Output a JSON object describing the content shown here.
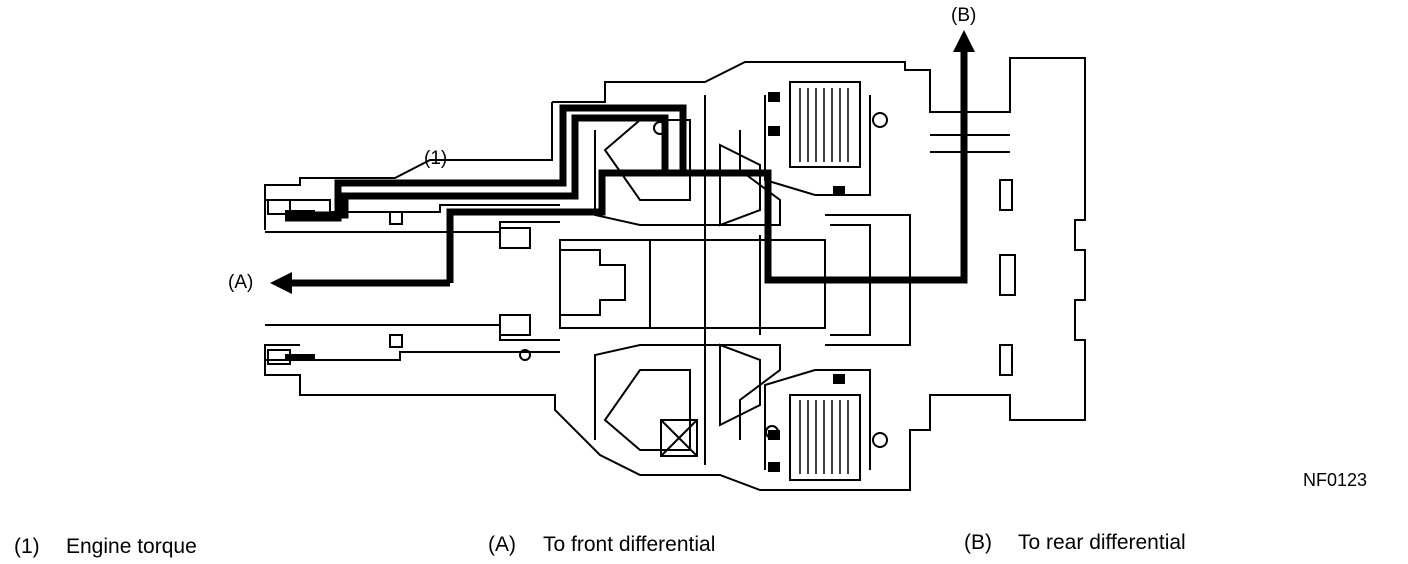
{
  "callouts": {
    "torque_ref": "(1)",
    "front_ref": "(A)",
    "rear_ref": "(B)"
  },
  "figure_code": "NF0123",
  "legend": [
    {
      "key": "(1)",
      "text": "Engine torque"
    },
    {
      "key": "(A)",
      "text": "To front differential"
    },
    {
      "key": "(B)",
      "text": "To rear differential"
    }
  ]
}
